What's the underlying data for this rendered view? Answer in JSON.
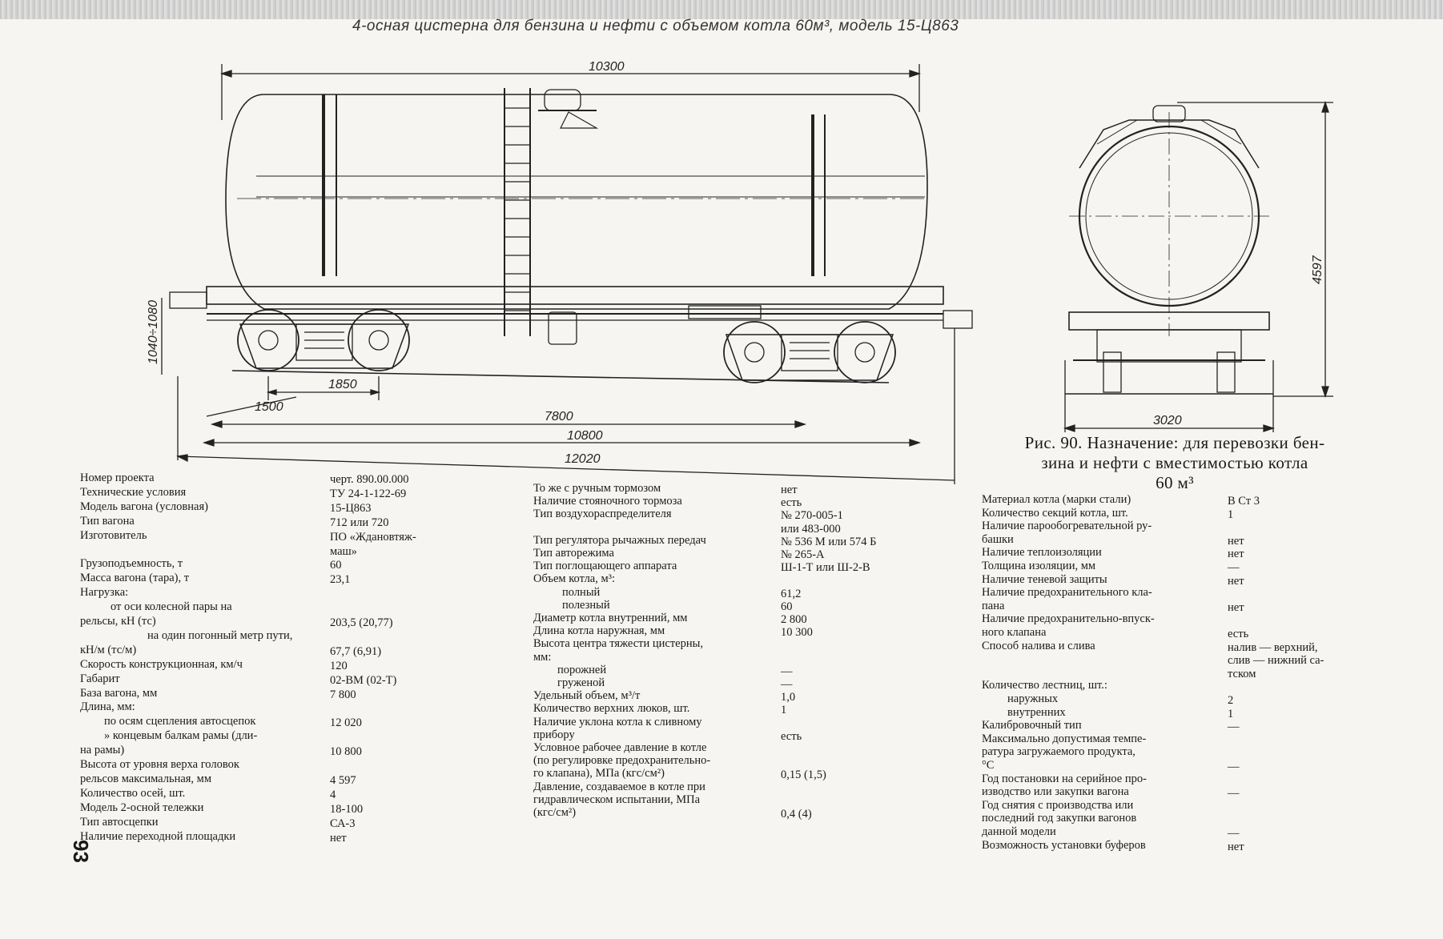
{
  "header": {
    "title": "4-осная цистерна для бензина и нефти с объемом котла 60м³, модель 15-Ц863"
  },
  "page_number": "93",
  "figure": {
    "caption_line1": "Рис. 90. Назначение: для перевозки бен-",
    "caption_line2": "зина и нефти с вместимостью котла",
    "caption_line3": "60 м³",
    "dimensions": {
      "d10300": "10300",
      "d4597": "4597",
      "d1040": "1040÷1080",
      "d1850": "1850",
      "d1500": "1500",
      "d7800": "7800",
      "d10800": "10800",
      "d12020": "12020",
      "d3020": "3020"
    }
  },
  "col1": [
    {
      "label": "Номер проекта",
      "value": "черт. 890.00.000"
    },
    {
      "label": "Технические условия",
      "value": "ТУ 24-1-122-69"
    },
    {
      "label": "Модель вагона (условная)",
      "value": "15-Ц863"
    },
    {
      "label": "Тип вагона",
      "value": "712 или 720"
    },
    {
      "label": "Изготовитель",
      "value": "ПО «Ждановтяж-"
    },
    {
      "label": "",
      "value": "маш»"
    },
    {
      "label": "Грузоподъемность, т",
      "value": "60"
    },
    {
      "label": "Масса вагона (тара), т",
      "value": "23,1"
    },
    {
      "label": "Нагрузка:",
      "value": ""
    },
    {
      "label": "от оси колесной пары на",
      "value": ""
    },
    {
      "label": "рельсы, кН (тс)",
      "value": "203,5 (20,77)"
    },
    {
      "label": "на один погонный метр пути,",
      "value": ""
    },
    {
      "label": "кН/м (тс/м)",
      "value": "67,7 (6,91)"
    },
    {
      "label": "Скорость конструкционная, км/ч",
      "value": "120"
    },
    {
      "label": "Габарит",
      "value": "02-ВМ (02-Т)"
    },
    {
      "label": "База вагона, мм",
      "value": "7 800"
    },
    {
      "label": "Длина, мм:",
      "value": ""
    },
    {
      "label": "по осям сцепления автосцепок",
      "value": "12 020"
    },
    {
      "label": "» концевым балкам рамы (дли-",
      "value": ""
    },
    {
      "label": "на рамы)",
      "value": "10 800"
    },
    {
      "label": "Высота от уровня верха головок",
      "value": ""
    },
    {
      "label": "рельсов максимальная, мм",
      "value": "4 597"
    },
    {
      "label": "Количество осей, шт.",
      "value": "4"
    },
    {
      "label": "Модель 2-осной тележки",
      "value": "18-100"
    },
    {
      "label": "Тип автосцепки",
      "value": "СА-3"
    },
    {
      "label": "Наличие переходной площадки",
      "value": "нет"
    }
  ],
  "col2": [
    {
      "label": "То же с ручным тормозом",
      "value": "нет"
    },
    {
      "label": "Наличие стояночного тормоза",
      "value": "есть"
    },
    {
      "label": "Тип воздухораспределителя",
      "value": "№ 270-005-1"
    },
    {
      "label": "",
      "value": "или 483-000"
    },
    {
      "label": "Тип регулятора рычажных передач",
      "value": "№ 536 М или 574 Б"
    },
    {
      "label": "Тип авторежима",
      "value": "№ 265-А"
    },
    {
      "label": "Тип поглощающего аппарата",
      "value": "Ш-1-Т или Ш-2-В"
    },
    {
      "label": "Объем котла, м³:",
      "value": ""
    },
    {
      "label": "полный",
      "value": "61,2"
    },
    {
      "label": "полезный",
      "value": "60"
    },
    {
      "label": "Диаметр котла внутренний, мм",
      "value": "2 800"
    },
    {
      "label": "Длина котла наружная, мм",
      "value": "10 300"
    },
    {
      "label": "Высота центра тяжести цистерны,",
      "value": ""
    },
    {
      "label": "мм:",
      "value": ""
    },
    {
      "label": "порожней",
      "value": "—"
    },
    {
      "label": "груженой",
      "value": "—"
    },
    {
      "label": "Удельный объем, м³/т",
      "value": "1,0"
    },
    {
      "label": "Количество верхних люков, шт.",
      "value": "1"
    },
    {
      "label": "Наличие уклона котла к сливному",
      "value": ""
    },
    {
      "label": "прибору",
      "value": "есть"
    },
    {
      "label": "Условное рабочее давление в котле",
      "value": ""
    },
    {
      "label": "(по регулировке предохранительно-",
      "value": ""
    },
    {
      "label": "го клапана), МПа (кгс/см²)",
      "value": "0,15 (1,5)"
    },
    {
      "label": "Давление, создаваемое в котле при",
      "value": ""
    },
    {
      "label": "гидравлическом испытании, МПа",
      "value": ""
    },
    {
      "label": "(кгс/см²)",
      "value": "0,4 (4)"
    }
  ],
  "col3": [
    {
      "label": "Материал котла (марки стали)",
      "value": "В Ст 3"
    },
    {
      "label": "Количество секций котла, шт.",
      "value": "1"
    },
    {
      "label": "Наличие парообогревательной ру-",
      "value": ""
    },
    {
      "label": "башки",
      "value": "нет"
    },
    {
      "label": "Наличие теплоизоляции",
      "value": "нет"
    },
    {
      "label": "Толщина изоляции, мм",
      "value": "—"
    },
    {
      "label": "Наличие теневой защиты",
      "value": "нет"
    },
    {
      "label": "Наличие предохранительного кла-",
      "value": ""
    },
    {
      "label": "пана",
      "value": "нет"
    },
    {
      "label": "Наличие предохранительно-впуск-",
      "value": ""
    },
    {
      "label": "ного клапана",
      "value": "есть"
    },
    {
      "label": "Способ налива и слива",
      "value": "налив — верхний,"
    },
    {
      "label": "",
      "value": "слив — нижний са-"
    },
    {
      "label": "",
      "value": "тском"
    },
    {
      "label": "Количество лестниц, шт.:",
      "value": ""
    },
    {
      "label": "наружных",
      "value": "2"
    },
    {
      "label": "внутренних",
      "value": "1"
    },
    {
      "label": "Калибровочный тип",
      "value": "—"
    },
    {
      "label": "Максимально допустимая темпе-",
      "value": ""
    },
    {
      "label": "ратура загружаемого продукта,",
      "value": ""
    },
    {
      "label": "°С",
      "value": "—"
    },
    {
      "label": "Год постановки на серийное про-",
      "value": ""
    },
    {
      "label": "изводство или закупки вагона",
      "value": "—"
    },
    {
      "label": "Год снятия с производства или",
      "value": ""
    },
    {
      "label": "последний год закупки вагонов",
      "value": ""
    },
    {
      "label": "данной модели",
      "value": "—"
    },
    {
      "label": "Возможность установки буферов",
      "value": "нет"
    }
  ]
}
